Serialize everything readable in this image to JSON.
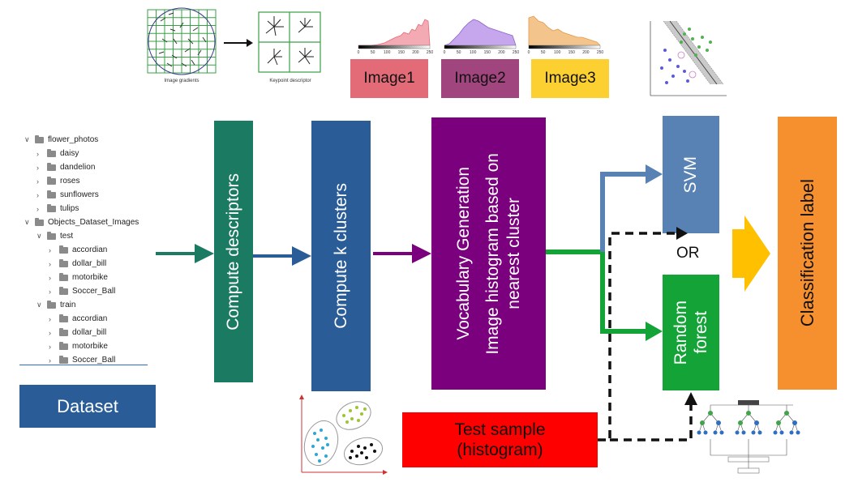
{
  "tree": {
    "items": [
      {
        "label": "flower_photos",
        "level": 0,
        "open": true
      },
      {
        "label": "daisy",
        "level": 1,
        "open": false
      },
      {
        "label": "dandelion",
        "level": 1,
        "open": false
      },
      {
        "label": "roses",
        "level": 1,
        "open": false
      },
      {
        "label": "sunflowers",
        "level": 1,
        "open": false
      },
      {
        "label": "tulips",
        "level": 1,
        "open": false
      },
      {
        "label": "Objects_Dataset_Images",
        "level": 0,
        "open": true
      },
      {
        "label": "test",
        "level": 1,
        "open": true
      },
      {
        "label": "accordian",
        "level": 2,
        "open": false
      },
      {
        "label": "dollar_bill",
        "level": 2,
        "open": false
      },
      {
        "label": "motorbike",
        "level": 2,
        "open": false
      },
      {
        "label": "Soccer_Ball",
        "level": 2,
        "open": false
      },
      {
        "label": "train",
        "level": 1,
        "open": true
      },
      {
        "label": "accordian",
        "level": 2,
        "open": false
      },
      {
        "label": "dollar_bill",
        "level": 2,
        "open": false
      },
      {
        "label": "motorbike",
        "level": 2,
        "open": false
      },
      {
        "label": "Soccer_Ball",
        "level": 2,
        "open": false
      }
    ]
  },
  "dataset_label": "Dataset",
  "steps": {
    "descriptors": "Compute descriptors",
    "clusters": "Compute k clusters",
    "vocab_line1": "Vocabulary Generation",
    "vocab_line2": "Image histogram  based on",
    "vocab_line3": "nearest cluster",
    "svm": "SVM",
    "rf_line1": "Random",
    "rf_line2": "forest",
    "or": "OR",
    "classification": "Classification label",
    "test_line1": "Test sample",
    "test_line2": "(histogram)"
  },
  "thumbnails": {
    "gradients_caption": "Image gradients",
    "keypoint_caption": "Keypoint descriptor",
    "hist_ticks": [
      "0",
      "50",
      "100",
      "150",
      "200",
      "250"
    ],
    "image_labels": [
      "Image1",
      "Image2",
      "Image3"
    ]
  },
  "colors": {
    "descriptors": "#1b7b62",
    "clusters": "#2a5d97",
    "vocab": "#7a007e",
    "svm": "#5882b3",
    "rf": "#13a336",
    "classification": "#f6902e",
    "test": "#ff0000",
    "dataset": "#2a5d97",
    "image1": "#e36b77",
    "image2": "#a1457f",
    "image3": "#fdd032",
    "or_arrow": "#ffc000"
  }
}
